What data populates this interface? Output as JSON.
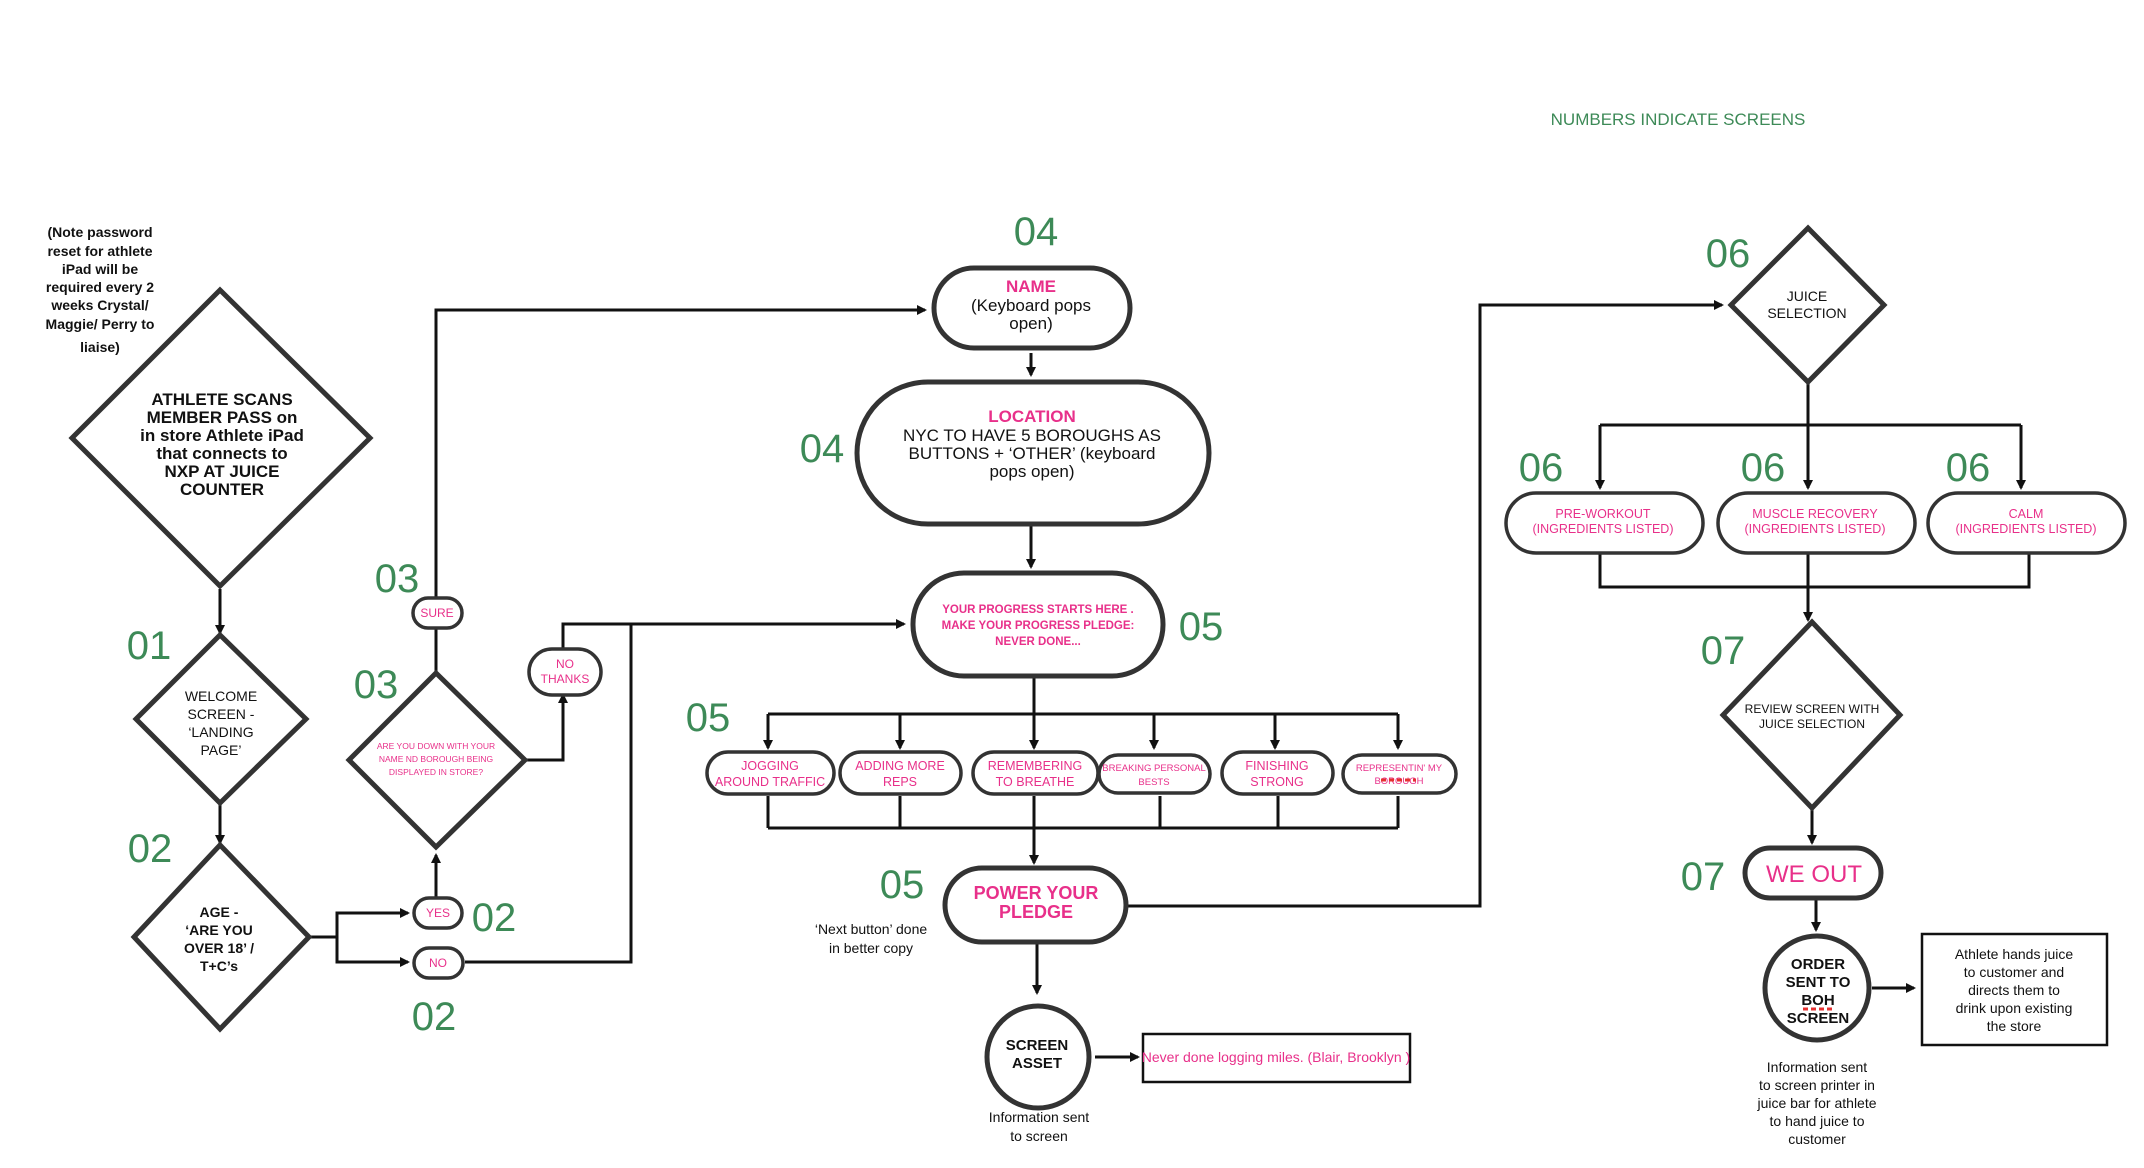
{
  "colors": {
    "green": "#3d8a57",
    "pink": "#e8308a",
    "stroke": "#333333",
    "line": "#111111",
    "text": "#111111"
  },
  "legend": "NUMBERS INDICATE SCREENS",
  "note": {
    "lines": [
      "(Note password",
      "reset for athlete",
      "iPad will be",
      "required every 2",
      "weeks  Crystal/",
      "Maggie/ Perry to",
      "liaise)"
    ]
  },
  "numbers": {
    "n04_top": "04",
    "n04_left": "04",
    "n05_pledge": "05",
    "n05_options": "05",
    "n05_power": "05",
    "n03_sure": "03",
    "n03_diamond": "03",
    "n01": "01",
    "n02_left": "02",
    "n02_yes": "02",
    "n02_no": "02",
    "n06_top": "06",
    "n06_a": "06",
    "n06_b": "06",
    "n06_c": "06",
    "n07_review": "07",
    "n07_weout": "07"
  },
  "nodes": {
    "scan": [
      "ATHLETE SCANS",
      "MEMBER PASS on",
      "in store Athlete iPad",
      "that connects to",
      "NXP AT JUICE",
      "COUNTER"
    ],
    "welcome": [
      "WELCOME",
      "SCREEN -",
      "‘LANDING",
      "PAGE’"
    ],
    "age": [
      "AGE -",
      "‘ARE YOU",
      "OVER 18’ /",
      "T+C’s"
    ],
    "yes": "YES",
    "no": "NO",
    "sure": "SURE",
    "no_thanks": [
      "NO",
      "THANKS"
    ],
    "are_you_down": [
      "ARE YOU DOWN WITH YOUR",
      "NAME ND BOROUGH BEING",
      "DISPLAYED IN STORE?"
    ],
    "name": {
      "title": "NAME",
      "lines": [
        "(Keyboard pops",
        "open)"
      ]
    },
    "location": {
      "title": "LOCATION",
      "lines": [
        "NYC TO HAVE 5 BOROUGHS AS",
        "BUTTONS + ‘OTHER’ (keyboard",
        "pops open)"
      ]
    },
    "pledge": [
      "YOUR PROGRESS STARTS HERE .",
      "MAKE YOUR PROGRESS PLEDGE:",
      "NEVER DONE..."
    ],
    "options": [
      [
        "JOGGING",
        "AROUND TRAFFIC"
      ],
      [
        "ADDING MORE",
        "REPS"
      ],
      [
        "REMEMBERING",
        "TO BREATHE"
      ],
      [
        "BREAKING PERSONAL",
        "BESTS"
      ],
      [
        "FINISHING",
        "STRONG"
      ],
      [
        "REPRESENTIN' MY",
        "BOROUGH"
      ]
    ],
    "power": [
      "POWER YOUR",
      "PLEDGE"
    ],
    "next_note": [
      "‘Next button’ done",
      "in better copy"
    ],
    "screen_asset": [
      "SCREEN",
      "ASSET"
    ],
    "asset_note": [
      "Information sent",
      "to screen"
    ],
    "quote": "Never done logging miles. (Blair, Brooklyn )",
    "juice_selection": [
      "JUICE",
      "SELECTION"
    ],
    "preworkout": [
      "PRE-WORKOUT",
      "(INGREDIENTS LISTED)"
    ],
    "muscle": [
      "MUSCLE RECOVERY",
      "(INGREDIENTS LISTED)"
    ],
    "calm": [
      "CALM",
      "(INGREDIENTS LISTED)"
    ],
    "review": [
      "REVIEW SCREEN WITH",
      "JUICE SELECTION"
    ],
    "we_out": "WE OUT",
    "order": [
      "ORDER",
      "SENT TO",
      "BOH",
      "SCREEN"
    ],
    "order_note": [
      "Information sent",
      "to screen printer in",
      "juice bar for athlete",
      "to hand juice to",
      "customer"
    ],
    "athlete_hands": [
      "Athlete hands juice",
      "to customer and",
      "directs them to",
      "drink upon existing",
      "the store"
    ]
  }
}
